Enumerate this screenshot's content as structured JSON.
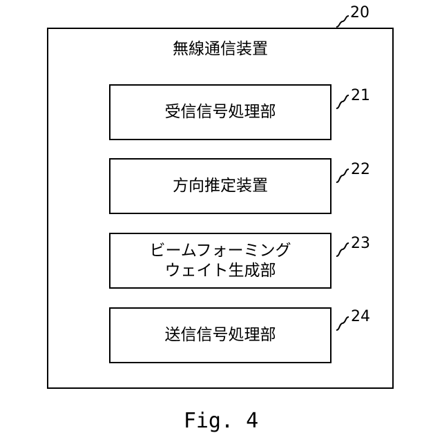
{
  "outer": {
    "title": "無線通信装置",
    "ref": "20"
  },
  "blocks": [
    {
      "lines": [
        "受信信号処理部"
      ],
      "ref": "21"
    },
    {
      "lines": [
        "方向推定装置"
      ],
      "ref": "22"
    },
    {
      "lines": [
        "ビームフォーミング",
        "ウェイト生成部"
      ],
      "ref": "23"
    },
    {
      "lines": [
        "送信信号処理部"
      ],
      "ref": "24"
    }
  ],
  "figure_label": "Fig. 4"
}
